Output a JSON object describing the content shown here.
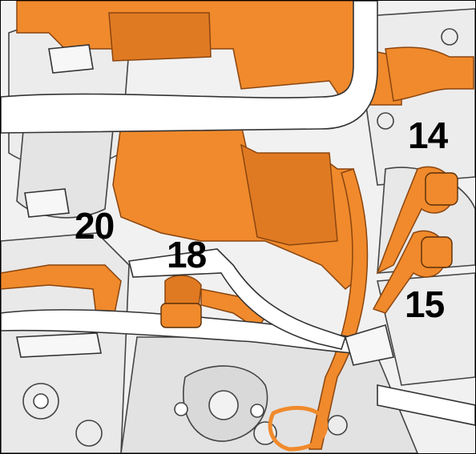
{
  "callouts": {
    "c14": "14",
    "c15": "15",
    "c18": "18",
    "c20": "20"
  },
  "colors": {
    "harness": "#f08a2c",
    "harness_dark": "#c9661a",
    "pipe": "#ffffff",
    "outline": "#2b2b2b",
    "metal": "#e6e6e6"
  }
}
